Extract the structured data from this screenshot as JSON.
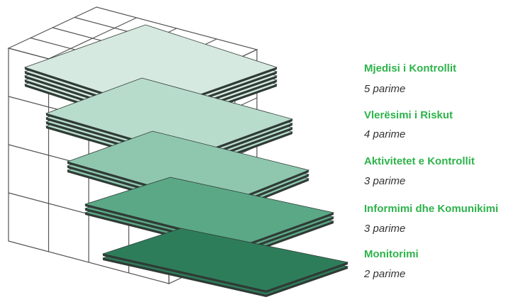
{
  "colors": {
    "label_green": "#2db34a",
    "grid_stroke": "#555555",
    "layer_edge": "#2f3b36"
  },
  "components": [
    {
      "name": "Mjedisi i Kontrollit",
      "count": "5 parime",
      "fill": "#d6e9e0"
    },
    {
      "name": "Vlerësimi i Riskut",
      "count": "4 parime",
      "fill": "#b8dccb"
    },
    {
      "name": "Aktivitetet e Kontrollit",
      "count": "3 parime",
      "fill": "#8fc7ae"
    },
    {
      "name": "Informimi dhe Komunikimi",
      "count": "3 parime",
      "fill": "#5ba886"
    },
    {
      "name": "Monitorimi",
      "count": "2 parime",
      "fill": "#2e7d5a"
    }
  ]
}
